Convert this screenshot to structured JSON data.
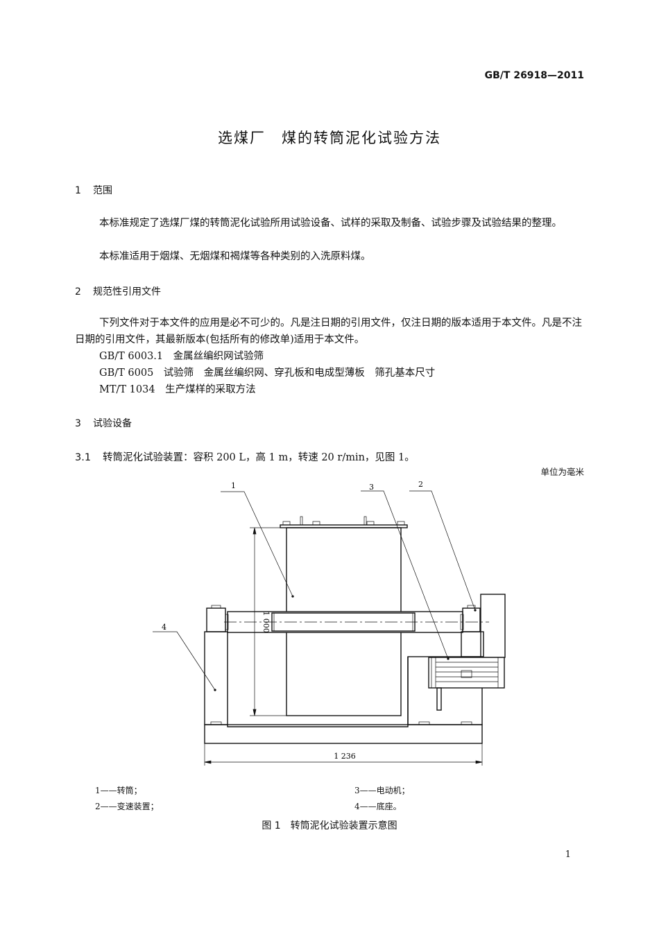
{
  "header": {
    "standard_number": "GB/T 26918—2011"
  },
  "title": "选煤厂　煤的转筒泥化试验方法",
  "sections": [
    {
      "num": "1",
      "title": "范围",
      "paragraphs": [
        "本标准规定了选煤厂煤的转筒泥化试验所用试验设备、试样的采取及制备、试验步骤及试验结果的整理。",
        "本标准适用于烟煤、无烟煤和褐煤等各种类别的入洗原料煤。"
      ]
    },
    {
      "num": "2",
      "title": "规范性引用文件",
      "paragraphs": [
        "下列文件对于本文件的应用是必不可少的。凡是注日期的引用文件，仅注日期的版本适用于本文件。凡是不注日期的引用文件，其最新版本(包括所有的修改单)适用于本文件。"
      ],
      "references": [
        "GB/T 6003.1　金属丝编织网试验筛",
        "GB/T 6005　试验筛　金属丝编织网、穿孔板和电成型薄板　筛孔基本尺寸",
        "MT/T 1034　生产煤样的采取方法"
      ]
    },
    {
      "num": "3",
      "title": "试验设备"
    }
  ],
  "clause_3_1": {
    "num": "3.1",
    "text": "转筒泥化试验装置：容积 200 L，高 1 m，转速 20 r/min，见图 1。"
  },
  "figure": {
    "unit_note": "单位为毫米",
    "callouts": [
      "1",
      "2",
      "3",
      "4"
    ],
    "dim_height": "1 000",
    "dim_width": "1 236",
    "legend": [
      "1——转筒；",
      "2——变速装置；",
      "3——电动机；",
      "4——底座。"
    ],
    "caption": "图 1　转筒泥化试验装置示意图"
  },
  "footer": {
    "page_number": "1"
  }
}
